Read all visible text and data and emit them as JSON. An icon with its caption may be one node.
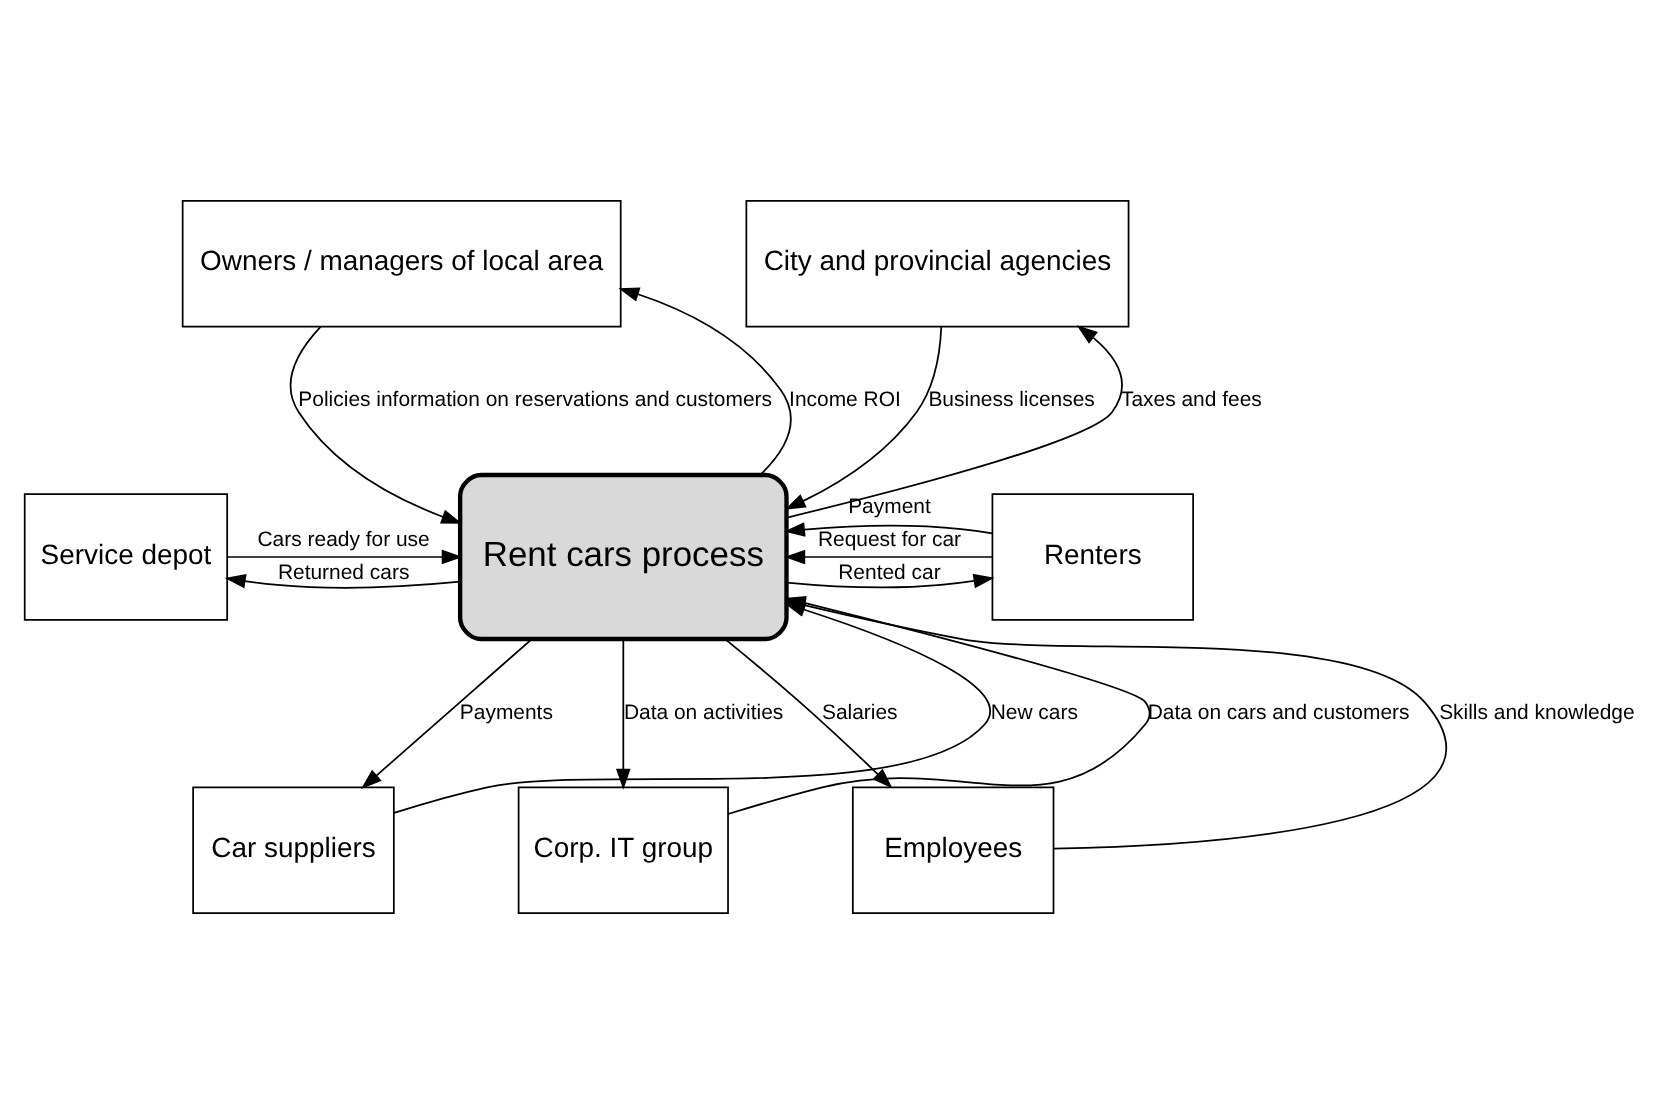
{
  "diagram": {
    "nodes": [
      {
        "text": [
          "Owners / managers of local area"
        ]
      },
      {
        "text": [
          "City and provincial agencies"
        ]
      },
      {
        "text": [
          "Service depot"
        ]
      },
      {
        "text": [
          "Rent cars process"
        ]
      },
      {
        "text": [
          "Renters"
        ]
      },
      {
        "text": [
          "Car suppliers"
        ]
      },
      {
        "text": [
          "Corp. IT group"
        ]
      },
      {
        "text": [
          "Employees"
        ]
      }
    ],
    "edges": [
      {
        "from": 0,
        "to": 3,
        "arrow": "to",
        "label": "Policies information on reservations and customers"
      },
      {
        "from": 3,
        "to": 0,
        "arrow": "to",
        "label": "Income ROI"
      },
      {
        "from": 1,
        "to": 3,
        "arrow": "to",
        "label": "Business licenses"
      },
      {
        "from": 3,
        "to": 1,
        "arrow": "to",
        "label": "Taxes and fees"
      },
      {
        "from": 2,
        "to": 3,
        "arrow": "to",
        "label": "Cars ready for use"
      },
      {
        "from": 3,
        "to": 2,
        "arrow": "to",
        "label": "Returned cars"
      },
      {
        "from": 4,
        "to": 3,
        "arrow": "to",
        "label": "Request for car"
      },
      {
        "from": 3,
        "to": 4,
        "arrow": "to",
        "label": "Rented car"
      },
      {
        "from": 4,
        "to": 3,
        "arrow": "to",
        "label": "Payment"
      },
      {
        "from": 3,
        "to": 5,
        "arrow": "to",
        "label": "Payments"
      },
      {
        "from": 5,
        "to": 3,
        "arrow": "to",
        "label": "New cars"
      },
      {
        "from": 3,
        "to": 6,
        "arrow": "to",
        "label": "Data on activities"
      },
      {
        "from": 6,
        "to": 3,
        "arrow": "to",
        "label": "Data on cars and customers"
      },
      {
        "from": 7,
        "to": 3,
        "arrow": "to",
        "label": "Skills and knowledge"
      },
      {
        "from": 3,
        "to": 7,
        "arrow": "to",
        "label": "Salaries"
      }
    ]
  }
}
